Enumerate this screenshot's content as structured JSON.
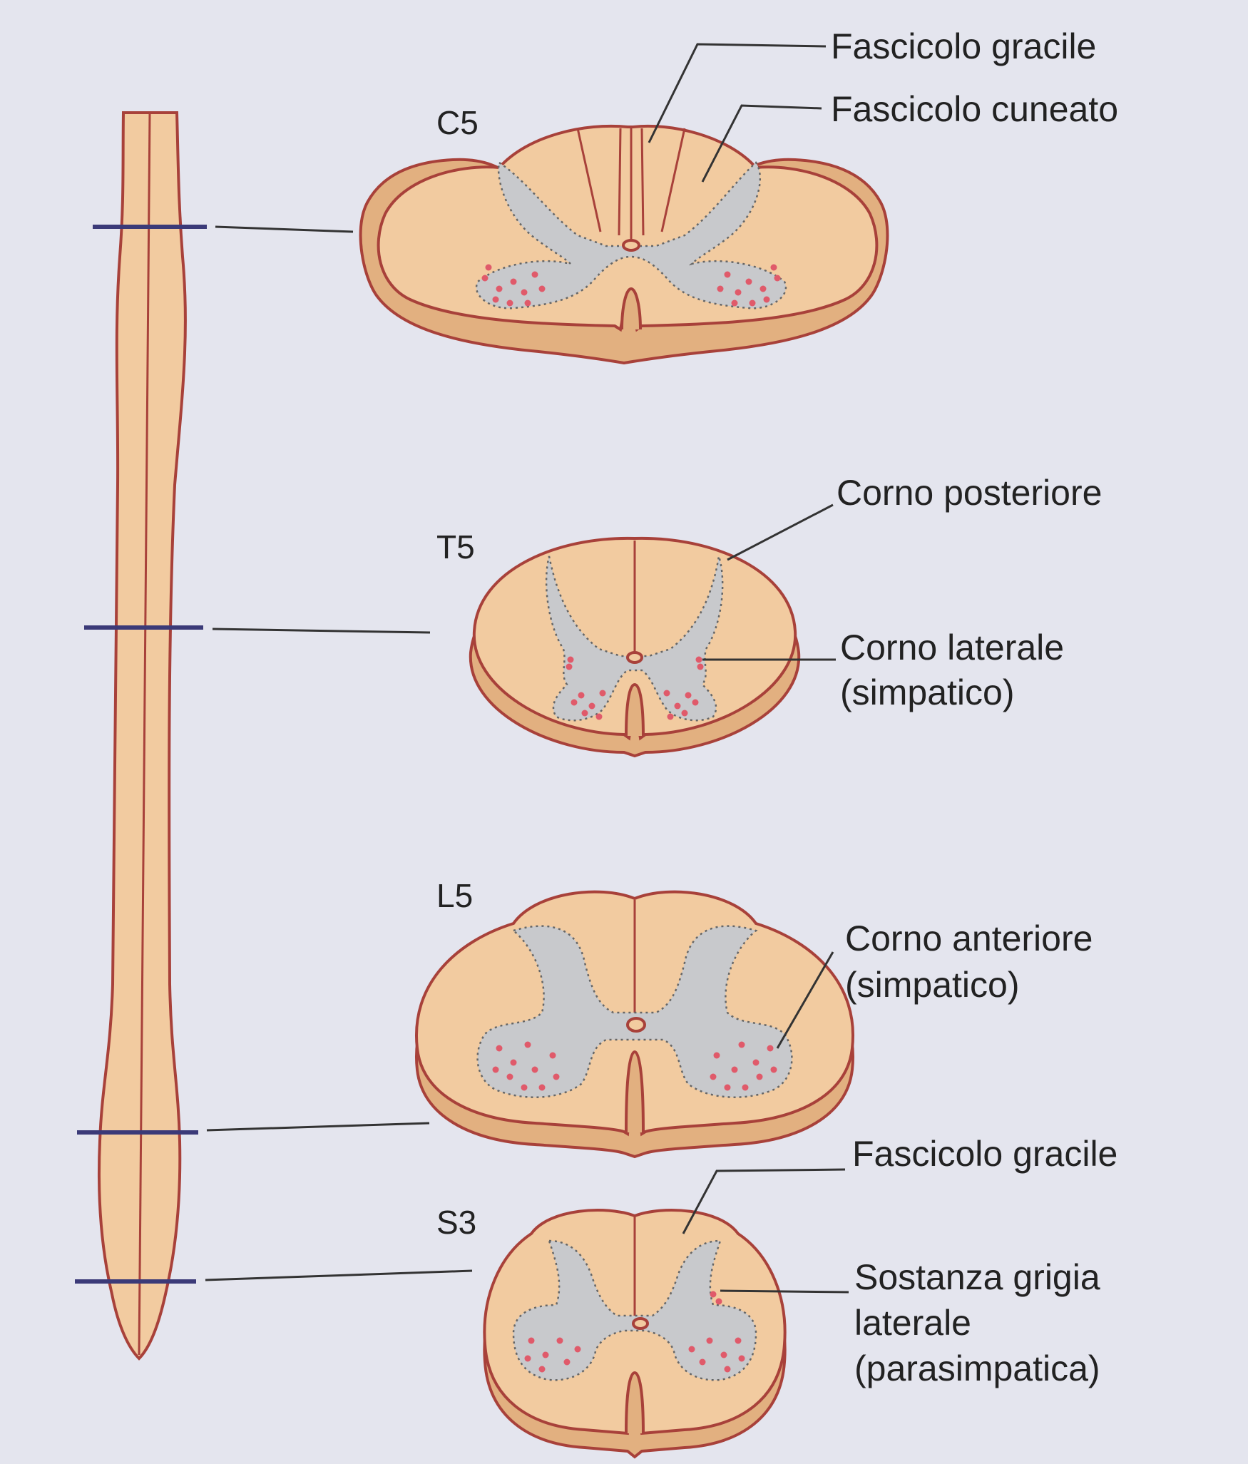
{
  "segments": {
    "c5": "C5",
    "t5": "T5",
    "l5": "L5",
    "s3": "S3"
  },
  "labels": {
    "c5_gracile": "Fascicolo gracile",
    "c5_cuneate": "Fascicolo cuneato",
    "t5_posterior_horn": "Corno posteriore",
    "t5_lateral_horn_1": "Corno laterale",
    "t5_lateral_horn_2": "(simpatico)",
    "l5_anterior_horn_1": "Corno anteriore",
    "l5_anterior_horn_2": "(simpatico)",
    "s3_gracile": "Fascicolo gracile",
    "s3_lateral_gray_1": "Sostanza grigia",
    "s3_lateral_gray_2": "laterale",
    "s3_lateral_gray_3": "(parasimpatica)"
  },
  "colors": {
    "background": "#e4e5ee",
    "white_matter": "#f2cba0",
    "white_matter_side": "#e2b080",
    "outline": "#a8413a",
    "gray_matter": "#c8c9cc",
    "neurons": "#e05a6a",
    "level_marker": "#3b3a78",
    "leader_line": "#333333"
  }
}
